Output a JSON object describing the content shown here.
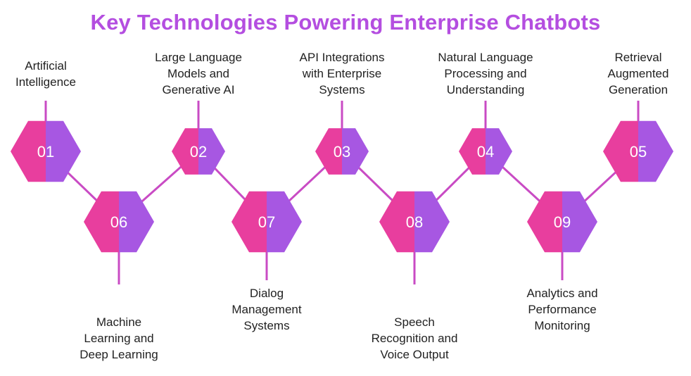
{
  "title": "Key Technologies Powering Enterprise Chatbots",
  "colors": {
    "title": "#b44ee0",
    "hex_left": "#e83e9e",
    "hex_right": "#a757e2",
    "connector": "#c94bc4",
    "text": "#222222"
  },
  "items": [
    {
      "num": "01",
      "label": [
        "Artificial",
        "Intelligence"
      ]
    },
    {
      "num": "02",
      "label": [
        "Large Language",
        "Models and",
        "Generative AI"
      ]
    },
    {
      "num": "03",
      "label": [
        "API Integrations",
        "with Enterprise",
        "Systems"
      ]
    },
    {
      "num": "04",
      "label": [
        "Natural Language",
        "Processing and",
        "Understanding"
      ]
    },
    {
      "num": "05",
      "label": [
        "Retrieval",
        "Augmented",
        "Generation"
      ]
    },
    {
      "num": "06",
      "label": [
        "Machine",
        "Learning and",
        "Deep Learning"
      ]
    },
    {
      "num": "07",
      "label": [
        "Dialog",
        "Management",
        "Systems"
      ]
    },
    {
      "num": "08",
      "label": [
        "Speech",
        "Recognition and",
        "Voice Output"
      ]
    },
    {
      "num": "09",
      "label": [
        "Analytics and",
        "Performance",
        "Monitoring"
      ]
    }
  ]
}
